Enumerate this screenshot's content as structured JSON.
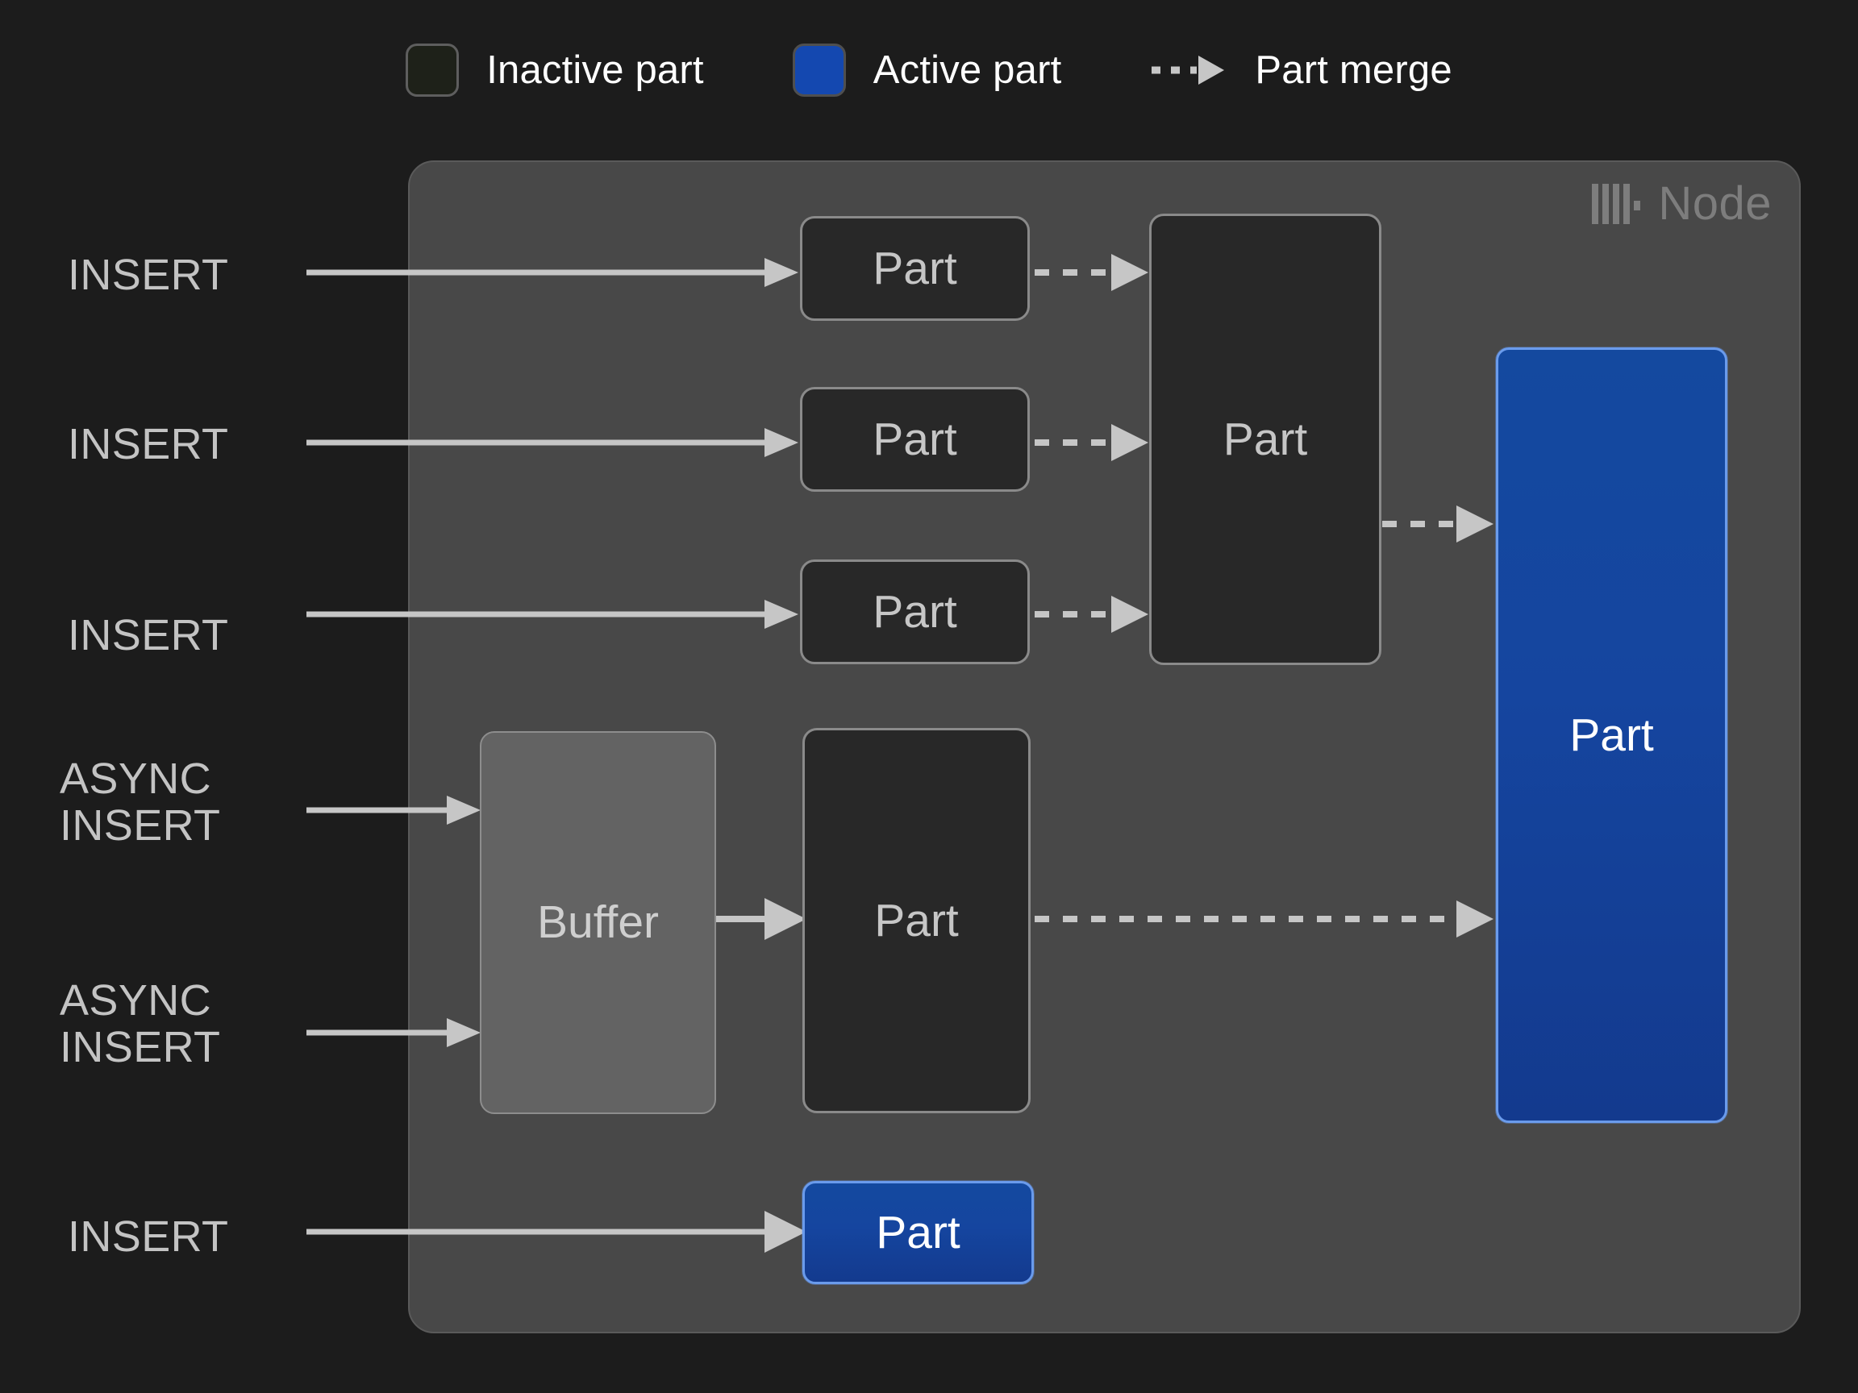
{
  "legend": {
    "items": [
      {
        "id": "inactive-part",
        "label": "Inactive part",
        "swatch": "inactive",
        "color": "#1e2119"
      },
      {
        "id": "active-part",
        "label": "Active part",
        "swatch": "active",
        "color": "#1448b0"
      },
      {
        "id": "part-merge",
        "label": "Part merge",
        "swatch": "dashed-arrow",
        "color": "#c6c6c6"
      }
    ]
  },
  "node": {
    "label": "Node",
    "logo_icon": "clickhouse-bars-icon",
    "panel_color": "#484848"
  },
  "inputs": [
    {
      "id": "insert-1",
      "label": "INSERT"
    },
    {
      "id": "insert-2",
      "label": "INSERT"
    },
    {
      "id": "insert-3",
      "label": "INSERT"
    },
    {
      "id": "async-insert-1",
      "label": "ASYNC\nINSERT"
    },
    {
      "id": "async-insert-2",
      "label": "ASYNC\nINSERT"
    },
    {
      "id": "insert-4",
      "label": "INSERT"
    }
  ],
  "boxes": {
    "part_top_1": {
      "label": "Part",
      "state": "inactive"
    },
    "part_top_2": {
      "label": "Part",
      "state": "inactive"
    },
    "part_top_3": {
      "label": "Part",
      "state": "inactive"
    },
    "part_merged_mid": {
      "label": "Part",
      "state": "inactive"
    },
    "buffer": {
      "label": "Buffer",
      "state": "buffer"
    },
    "part_async": {
      "label": "Part",
      "state": "inactive"
    },
    "part_final": {
      "label": "Part",
      "state": "active"
    },
    "part_insert_direct": {
      "label": "Part",
      "state": "active"
    }
  },
  "colors": {
    "background": "#1c1c1c",
    "panel": "#484848",
    "inactive_fill": "#282828",
    "inactive_border": "#8a8a8a",
    "buffer_fill": "#636363",
    "active_fill": "#1448b0",
    "active_border": "#6a9bec",
    "line": "#c6c6c6",
    "text": "#c3c3c3",
    "muted_text": "#7d7d7d"
  }
}
